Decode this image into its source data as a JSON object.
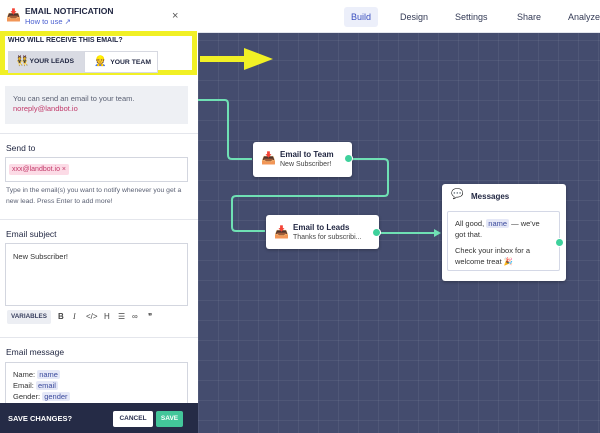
{
  "panel": {
    "title": "EMAIL NOTIFICATION",
    "how_to": "How to use",
    "close": "×",
    "recipient_label": "WHO WILL RECEIVE THIS EMAIL?",
    "tab_leads": "YOUR LEADS",
    "tab_team": "YOUR TEAM",
    "info_text": "You can send an email to your team.",
    "info_email": "noreply@landbot.io",
    "send_to_label": "Send to",
    "send_to_tag": "xxx@landbot.io",
    "send_to_hint": "Type in the email(s) you want to notify whenever you get a new lead. Press Enter to add more!",
    "subject_label": "Email subject",
    "subject_value": "New Subscriber!",
    "variables_btn": "VARIABLES",
    "message_label": "Email message",
    "message_lines": [
      {
        "label": "Name:",
        "var": "name"
      },
      {
        "label": "Email:",
        "var": "email"
      },
      {
        "label": "Gender:",
        "var": "gender"
      }
    ]
  },
  "footer": {
    "label": "SAVE CHANGES?",
    "cancel": "CANCEL",
    "save": "SAVE"
  },
  "topnav": [
    "Build",
    "Design",
    "Settings",
    "Share",
    "Analyze"
  ],
  "nodes": {
    "team": {
      "title": "Email to Team",
      "subtitle": "New Subscriber!"
    },
    "leads": {
      "title": "Email to Leads",
      "subtitle": "Thanks for subscribi..."
    },
    "messages": {
      "title": "Messages",
      "line1_a": "All good,",
      "line1_var": "name",
      "line1_b": "— we've",
      "line2": "got that.",
      "line3": "Check your inbox for a",
      "line4": "welcome treat 🎉"
    }
  },
  "colors": {
    "highlight": "#f1f025",
    "accent": "#3ed19c",
    "footer": "#252b46"
  }
}
